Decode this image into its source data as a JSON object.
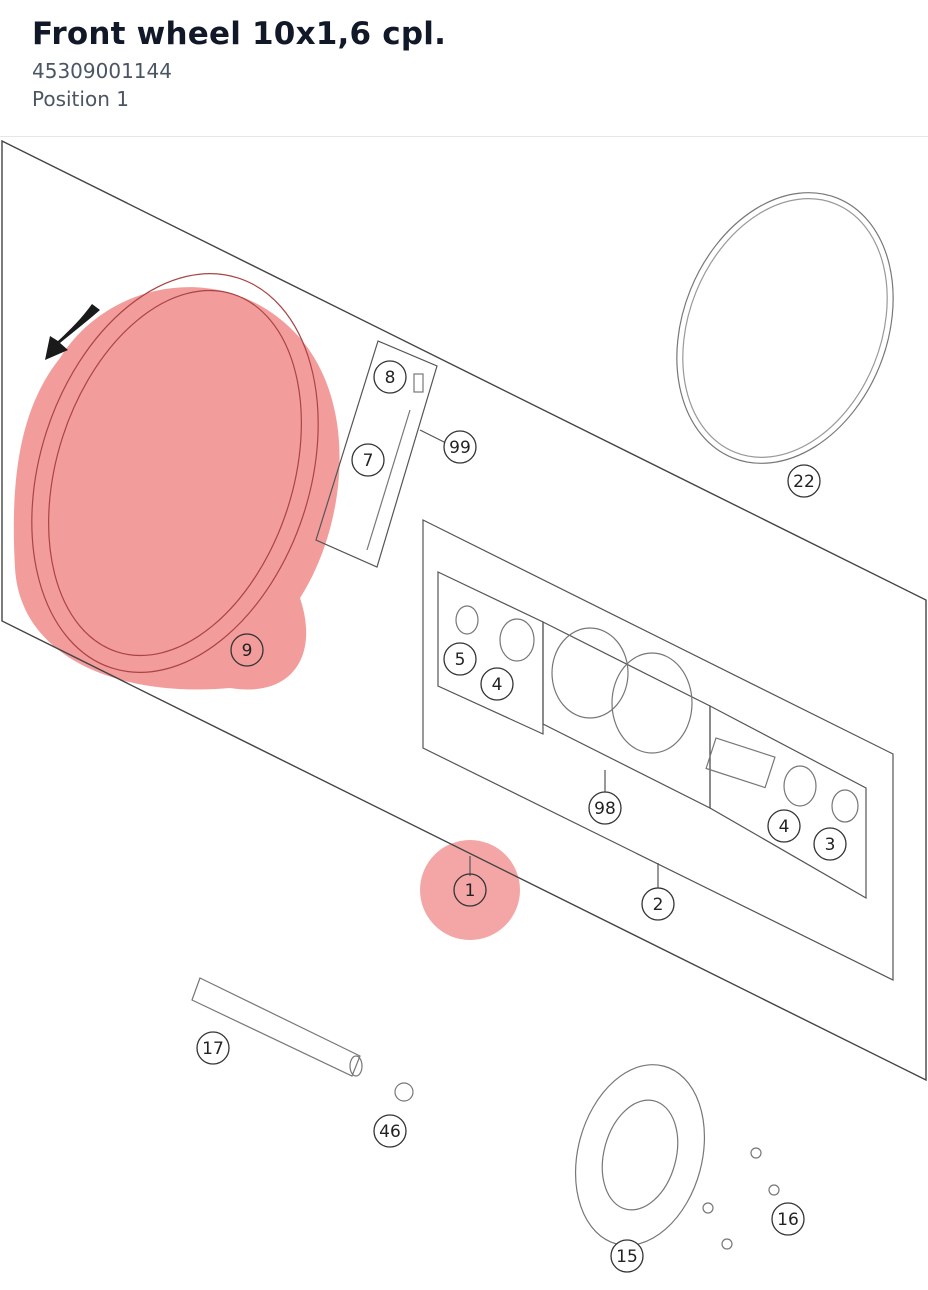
{
  "header": {
    "title": "Front wheel 10x1,6 cpl.",
    "part_number": "45309001144",
    "position": "Position 1"
  },
  "diagram": {
    "highlight_color": "#f08080",
    "callouts": [
      {
        "id": "c8",
        "label": "8"
      },
      {
        "id": "c99",
        "label": "99"
      },
      {
        "id": "c7",
        "label": "7"
      },
      {
        "id": "c22",
        "label": "22"
      },
      {
        "id": "c9",
        "label": "9"
      },
      {
        "id": "c5",
        "label": "5"
      },
      {
        "id": "c4a",
        "label": "4"
      },
      {
        "id": "c98",
        "label": "98"
      },
      {
        "id": "c4b",
        "label": "4"
      },
      {
        "id": "c3",
        "label": "3"
      },
      {
        "id": "c1",
        "label": "1"
      },
      {
        "id": "c2",
        "label": "2"
      },
      {
        "id": "c17",
        "label": "17"
      },
      {
        "id": "c46",
        "label": "46"
      },
      {
        "id": "c16",
        "label": "16"
      },
      {
        "id": "c15",
        "label": "15"
      }
    ]
  }
}
